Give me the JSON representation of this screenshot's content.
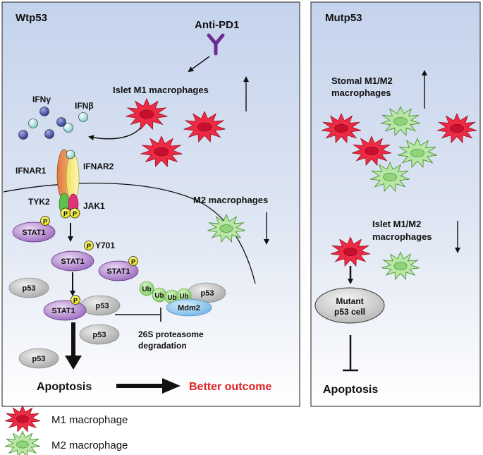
{
  "left_panel": {
    "title": "Wtp53",
    "anti_pd1": "Anti-PD1",
    "islet_m1": "Islet M1 macrophages",
    "ifn_gamma": "IFNγ",
    "ifn_beta": "IFNβ",
    "ifnar1": "IFNAR1",
    "ifnar2": "IFNAR2",
    "tyk2": "TYK2",
    "jak1": "JAK1",
    "phospho": "P",
    "stat1": "STAT1",
    "y701": "Y701",
    "p53": "p53",
    "ub": "Ub",
    "mdm2": "Mdm2",
    "m2_macrophages": "M2 macrophages",
    "proteasome_line1": "26S proteasome",
    "proteasome_line2": "degradation",
    "apoptosis": "Apoptosis",
    "better_outcome": "Better outcome"
  },
  "right_panel": {
    "title": "Mutp53",
    "stromal_line1": "Stomal M1/M2",
    "stromal_line2": "macrophages",
    "islet_line1": "Islet M1/M2",
    "islet_line2": "macrophages",
    "mutant_line1": "Mutant",
    "mutant_line2": "p53 cell",
    "apoptosis": "Apoptosis"
  },
  "legend": {
    "m1": "M1 macrophage",
    "m2": "M2 macrophage"
  },
  "colors": {
    "m1_fill": "#ee2a44",
    "m1_core": "#c8102e",
    "m2_fill": "#b8e6a4",
    "m2_core": "#8fd47a",
    "stat1": "#b98fd0",
    "p53": "#bdbdbd",
    "phospho": "#f2ee3a",
    "better_outcome": "#e02020",
    "antibody": "#6a2c91"
  }
}
